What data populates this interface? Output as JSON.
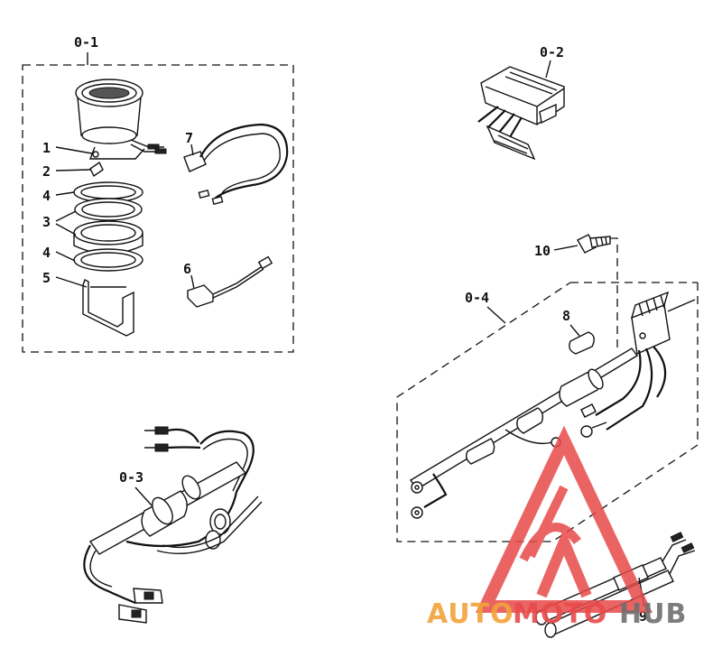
{
  "groups": {
    "o1": "0-1",
    "o2": "0-2",
    "o3": "0-3",
    "o4": "0-4"
  },
  "callouts": {
    "c1": "1",
    "c2": "2",
    "c3": "3",
    "c4a": "4",
    "c4b": "4",
    "c5": "5",
    "c6": "6",
    "c7": "7",
    "c8": "8",
    "c9": "9",
    "c10": "10"
  },
  "watermark": {
    "part1": "AUTO",
    "part2": "MOTO",
    "part3": "HUB",
    "color_red": "#e84a4a",
    "color_orange": "#f2a33a",
    "color_gray": "#6f6f6f"
  }
}
